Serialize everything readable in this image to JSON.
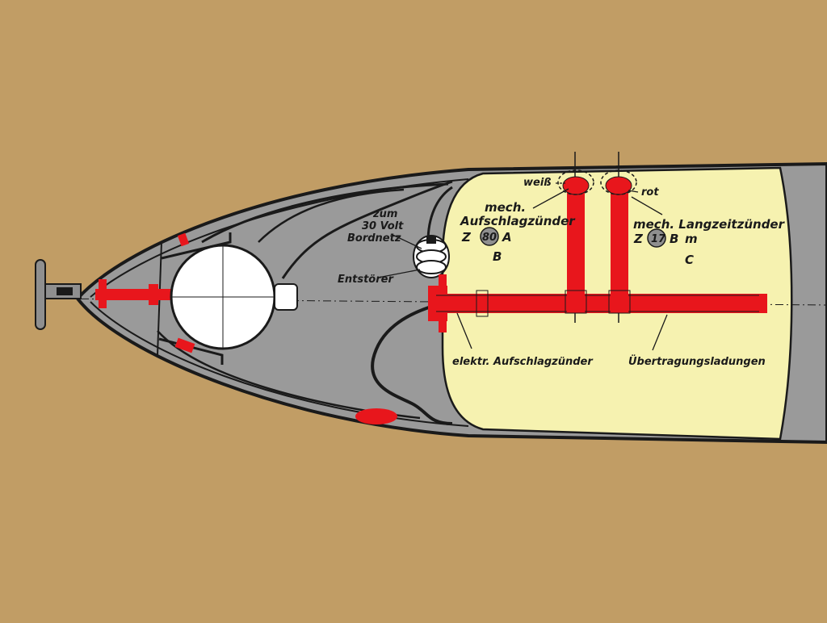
{
  "colors": {
    "background": "#c19d65",
    "hull": "#9a9a9a",
    "hull_outline": "#1a1a1a",
    "charge": "#f6f2b0",
    "fuze_red": "#e8161c",
    "sphere": "#ffffff"
  },
  "labels": {
    "weiss": "weiß",
    "rot": "rot",
    "mech_1": "mech.",
    "aufschlagzuender": "Aufschlagzünder",
    "z_left": "Z",
    "num_80": "80",
    "a_left": "A",
    "b_left": "B",
    "mech_langzeitzuender": "mech. Langzeitzünder",
    "z_right": "Z",
    "num_17": "17",
    "b_right": "B",
    "m_right": "m",
    "c_right": "C",
    "zum": "zum",
    "volt": "30 Volt",
    "bordnetz": "Bordnetz",
    "entstoerer": "Entstörer",
    "elektr_aufschlagzuender": "elektr. Aufschlagzünder",
    "uebertragungsladungen": "Übertragungsladungen"
  }
}
